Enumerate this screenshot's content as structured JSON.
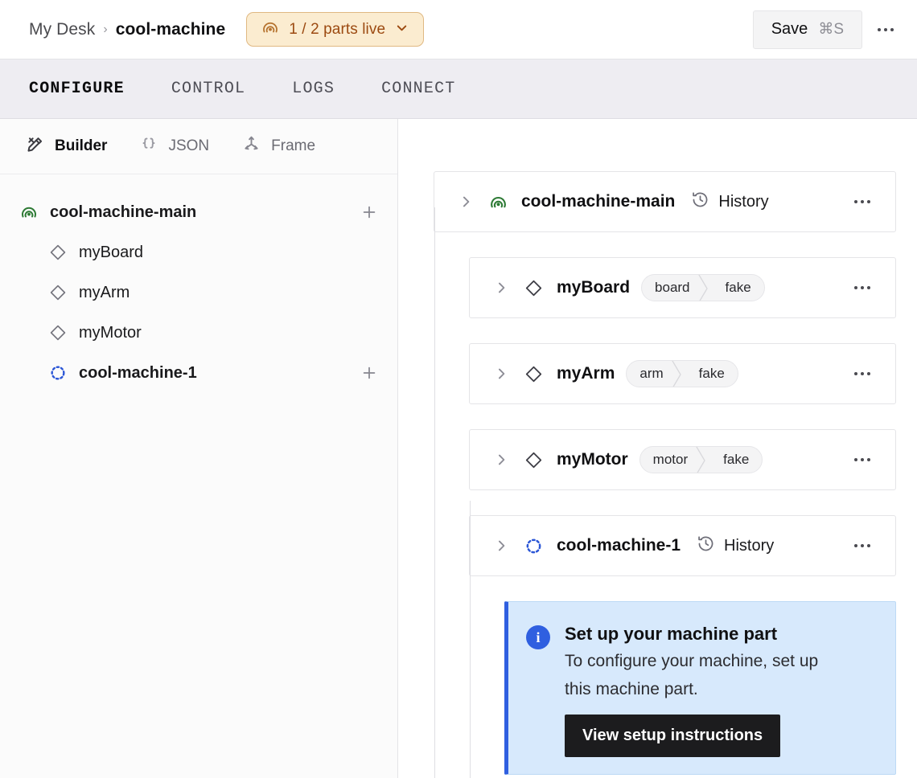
{
  "header": {
    "breadcrumb": {
      "root": "My Desk",
      "separator": "›",
      "current": "cool-machine"
    },
    "parts_badge": {
      "label": "1 / 2 parts live",
      "icon": "machine-live-icon",
      "chevron": "chevron-down-icon",
      "bg": "#fbecd0",
      "border": "#e0b882",
      "text": "#9c4a11"
    },
    "save": {
      "label": "Save",
      "shortcut": "⌘S"
    },
    "more": "…"
  },
  "tabs": [
    {
      "label": "CONFIGURE",
      "active": true
    },
    {
      "label": "CONTROL",
      "active": false
    },
    {
      "label": "LOGS",
      "active": false
    },
    {
      "label": "CONNECT",
      "active": false
    }
  ],
  "sidebar": {
    "subtabs": [
      {
        "label": "Builder",
        "icon": "tools-icon",
        "active": true
      },
      {
        "label": "JSON",
        "icon": "braces-icon",
        "active": false
      },
      {
        "label": "Frame",
        "icon": "frame-axes-icon",
        "active": false
      }
    ],
    "tree": [
      {
        "label": "cool-machine-main",
        "icon": "machine-icon",
        "level": 0,
        "bold": true,
        "has_add": true,
        "add_label": "+"
      },
      {
        "label": "myBoard",
        "icon": "diamond-icon",
        "level": 1,
        "bold": false,
        "has_add": false
      },
      {
        "label": "myArm",
        "icon": "diamond-icon",
        "level": 1,
        "bold": false,
        "has_add": false
      },
      {
        "label": "myMotor",
        "icon": "diamond-icon",
        "level": 1,
        "bold": false,
        "has_add": false
      },
      {
        "label": "cool-machine-1",
        "icon": "remote-machine-icon",
        "level": 1,
        "bold": true,
        "has_add": true,
        "add_label": "+"
      }
    ]
  },
  "main": {
    "cards": [
      {
        "title": "cool-machine-main",
        "icon": "machine-icon",
        "child": false,
        "history_label": "History",
        "pill": null
      },
      {
        "title": "myBoard",
        "icon": "diamond-icon",
        "child": true,
        "history_label": null,
        "pill": {
          "type": "board",
          "model": "fake"
        }
      },
      {
        "title": "myArm",
        "icon": "diamond-icon",
        "child": true,
        "history_label": null,
        "pill": {
          "type": "arm",
          "model": "fake"
        }
      },
      {
        "title": "myMotor",
        "icon": "diamond-icon",
        "child": true,
        "history_label": null,
        "pill": {
          "type": "motor",
          "model": "fake"
        }
      },
      {
        "title": "cool-machine-1",
        "icon": "remote-machine-icon",
        "child": true,
        "history_label": "History",
        "pill": null
      }
    ],
    "callout": {
      "icon": "info-icon",
      "title": "Set up your machine part",
      "text": "To configure your machine, set up this machine part.",
      "button_label": "View setup instructions",
      "bg": "#d7e9fc",
      "accent": "#2f5fe0"
    }
  },
  "colors": {
    "machine_green": "#2d7a34",
    "remote_blue": "#2b56d6",
    "tabbar_bg": "#eeedf2",
    "sidebar_bg": "#fbfbfb",
    "border": "#e4e4e7"
  }
}
